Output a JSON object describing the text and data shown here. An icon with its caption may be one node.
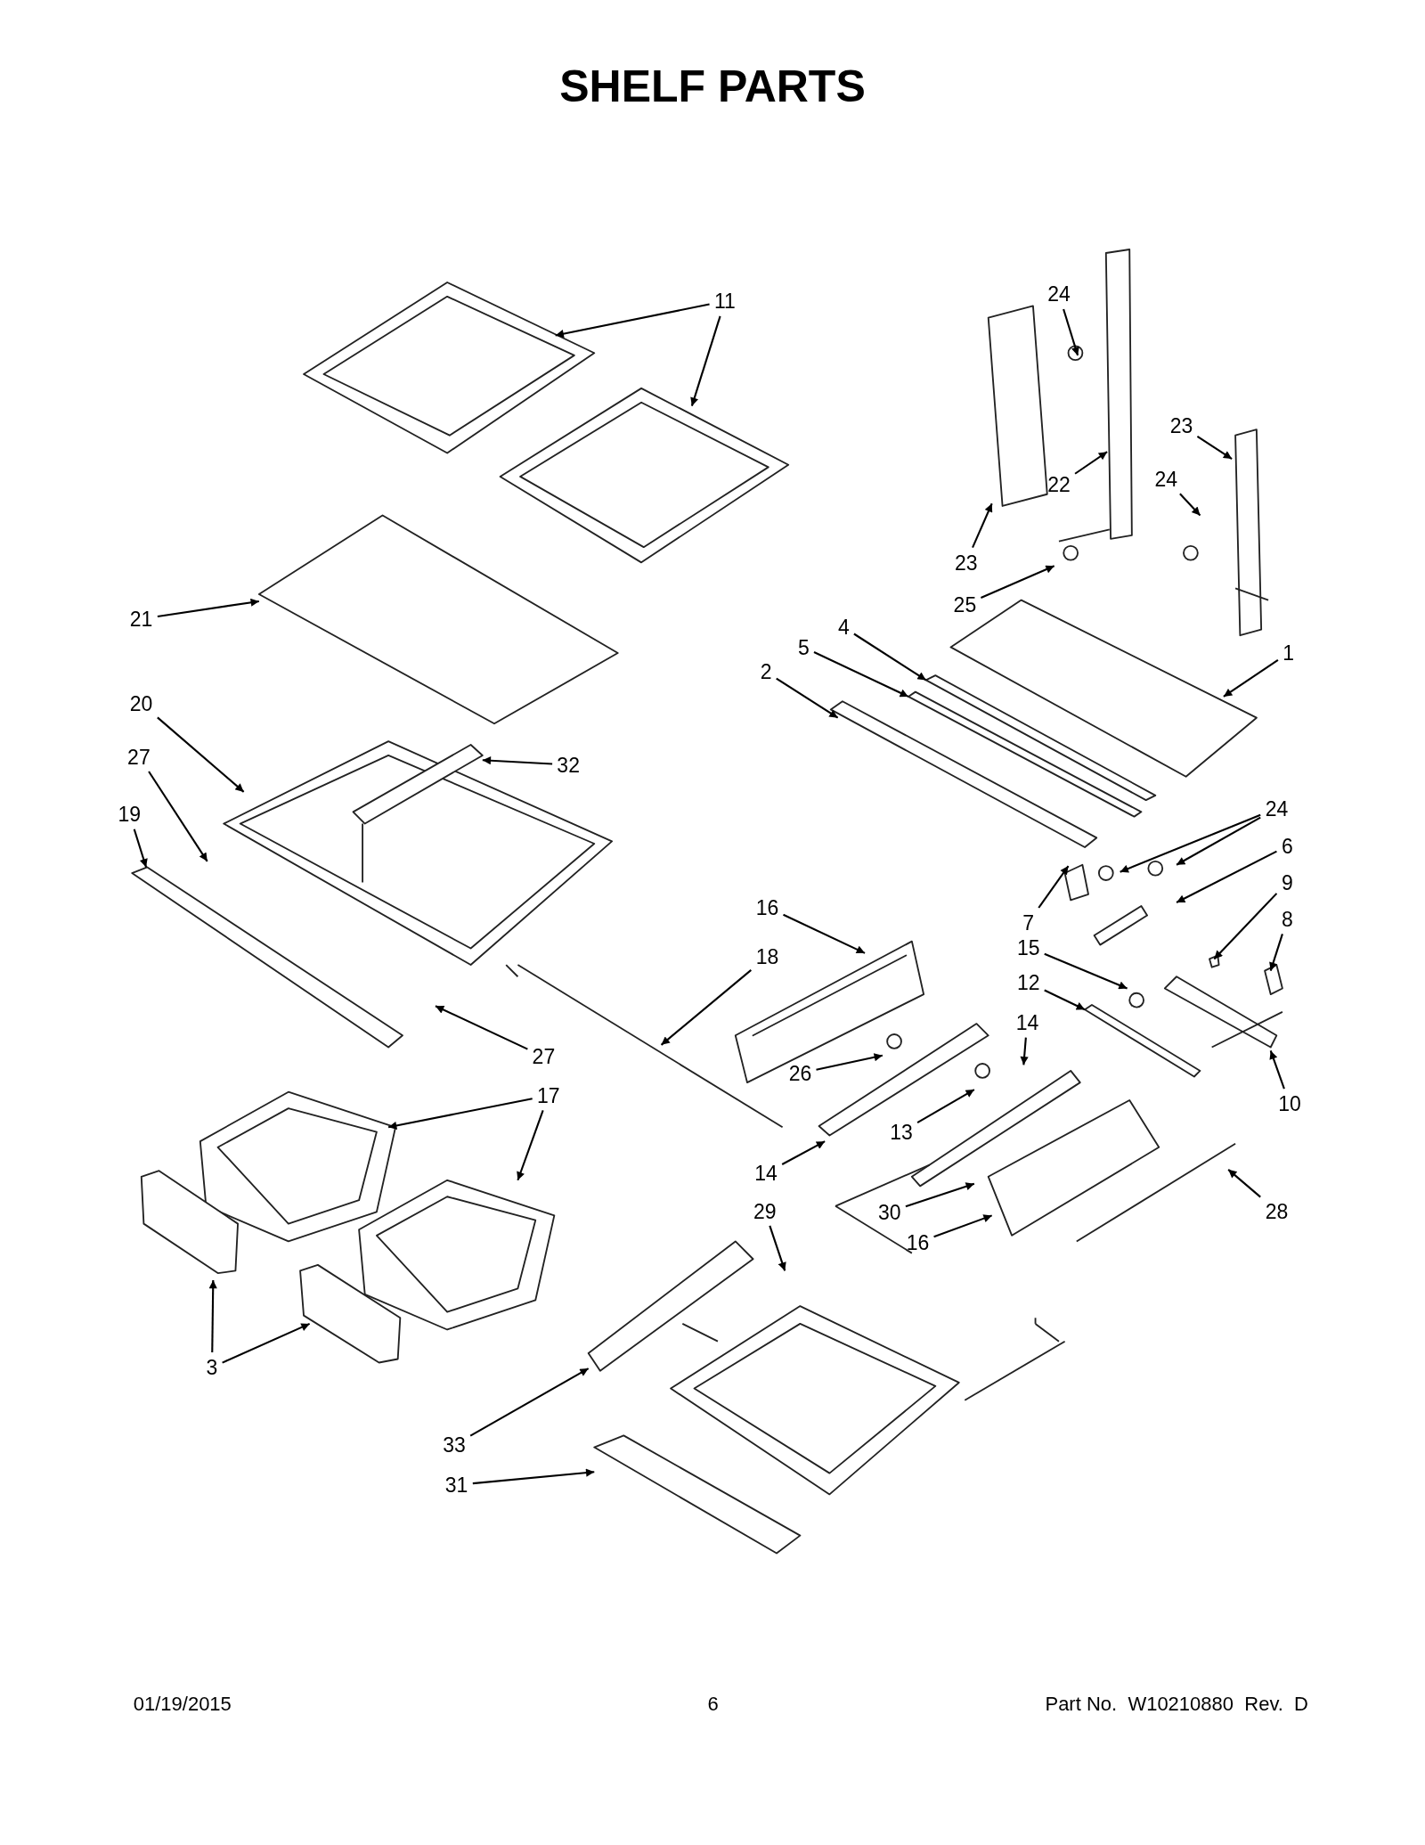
{
  "diagram": {
    "title": "SHELF PARTS",
    "nodes": [
      {
        "text": [
          "11"
        ]
      },
      {
        "text": [
          "24"
        ]
      },
      {
        "text": [
          "23"
        ]
      },
      {
        "text": [
          "22"
        ]
      },
      {
        "text": [
          "24"
        ]
      },
      {
        "text": [
          "23"
        ]
      },
      {
        "text": [
          "25"
        ]
      },
      {
        "text": [
          "21"
        ]
      },
      {
        "text": [
          "4"
        ]
      },
      {
        "text": [
          "5"
        ]
      },
      {
        "text": [
          "1"
        ]
      },
      {
        "text": [
          "2"
        ]
      },
      {
        "text": [
          "20"
        ]
      },
      {
        "text": [
          "27"
        ]
      },
      {
        "text": [
          "32"
        ]
      },
      {
        "text": [
          "24"
        ]
      },
      {
        "text": [
          "19"
        ]
      },
      {
        "text": [
          "6"
        ]
      },
      {
        "text": [
          "9"
        ]
      },
      {
        "text": [
          "16"
        ]
      },
      {
        "text": [
          "7"
        ]
      },
      {
        "text": [
          "8"
        ]
      },
      {
        "text": [
          "15"
        ]
      },
      {
        "text": [
          "18"
        ]
      },
      {
        "text": [
          "12"
        ]
      },
      {
        "text": [
          "14"
        ]
      },
      {
        "text": [
          "27"
        ]
      },
      {
        "text": [
          "26"
        ]
      },
      {
        "text": [
          "17"
        ]
      },
      {
        "text": [
          "10"
        ]
      },
      {
        "text": [
          "13"
        ]
      },
      {
        "text": [
          "14"
        ]
      },
      {
        "text": [
          "29"
        ]
      },
      {
        "text": [
          "30"
        ]
      },
      {
        "text": [
          "28"
        ]
      },
      {
        "text": [
          "16"
        ]
      },
      {
        "text": [
          "3"
        ]
      },
      {
        "text": [
          "33"
        ]
      },
      {
        "text": [
          "31"
        ]
      }
    ],
    "edges": [
      {
        "from": 0,
        "to": null,
        "arrow": "to"
      },
      {
        "from": 0,
        "to": null,
        "arrow": "to"
      },
      {
        "from": 1,
        "to": null,
        "arrow": "to"
      },
      {
        "from": 2,
        "to": null,
        "arrow": "to"
      },
      {
        "from": 3,
        "to": null,
        "arrow": "to"
      },
      {
        "from": 4,
        "to": null,
        "arrow": "to"
      },
      {
        "from": 5,
        "to": null,
        "arrow": "to"
      },
      {
        "from": 6,
        "to": null,
        "arrow": "to"
      },
      {
        "from": 7,
        "to": null,
        "arrow": "to"
      },
      {
        "from": 8,
        "to": null,
        "arrow": "to"
      },
      {
        "from": 9,
        "to": null,
        "arrow": "to"
      },
      {
        "from": 10,
        "to": null,
        "arrow": "to"
      },
      {
        "from": 11,
        "to": null,
        "arrow": "to"
      },
      {
        "from": 12,
        "to": null,
        "arrow": "to"
      },
      {
        "from": 13,
        "to": null,
        "arrow": "to"
      },
      {
        "from": 14,
        "to": null,
        "arrow": "to"
      },
      {
        "from": 15,
        "to": null,
        "arrow": "to"
      },
      {
        "from": 15,
        "to": null,
        "arrow": "to"
      },
      {
        "from": 16,
        "to": null,
        "arrow": "to"
      },
      {
        "from": 17,
        "to": null,
        "arrow": "to"
      },
      {
        "from": 18,
        "to": null,
        "arrow": "to"
      },
      {
        "from": 19,
        "to": null,
        "arrow": "to"
      },
      {
        "from": 20,
        "to": null,
        "arrow": "to"
      },
      {
        "from": 21,
        "to": null,
        "arrow": "to"
      },
      {
        "from": 22,
        "to": null,
        "arrow": "to"
      },
      {
        "from": 23,
        "to": null,
        "arrow": "to"
      },
      {
        "from": 24,
        "to": null,
        "arrow": "to"
      },
      {
        "from": 25,
        "to": null,
        "arrow": "to"
      },
      {
        "from": 26,
        "to": null,
        "arrow": "to"
      },
      {
        "from": 27,
        "to": null,
        "arrow": "to"
      },
      {
        "from": 28,
        "to": null,
        "arrow": "to"
      },
      {
        "from": 28,
        "to": null,
        "arrow": "to"
      },
      {
        "from": 29,
        "to": null,
        "arrow": "to"
      },
      {
        "from": 30,
        "to": null,
        "arrow": "to"
      },
      {
        "from": 31,
        "to": null,
        "arrow": "to"
      },
      {
        "from": 32,
        "to": null,
        "arrow": "to"
      },
      {
        "from": 33,
        "to": null,
        "arrow": "to"
      },
      {
        "from": 34,
        "to": null,
        "arrow": "to"
      },
      {
        "from": 35,
        "to": null,
        "arrow": "to"
      },
      {
        "from": 36,
        "to": null,
        "arrow": "to"
      },
      {
        "from": 36,
        "to": null,
        "arrow": "to"
      },
      {
        "from": 37,
        "to": null,
        "arrow": "to"
      },
      {
        "from": 38,
        "to": null,
        "arrow": "to"
      }
    ],
    "labels": [
      "01/19/2015",
      "6",
      "Part No.  W10210880  Rev.  D"
    ]
  }
}
